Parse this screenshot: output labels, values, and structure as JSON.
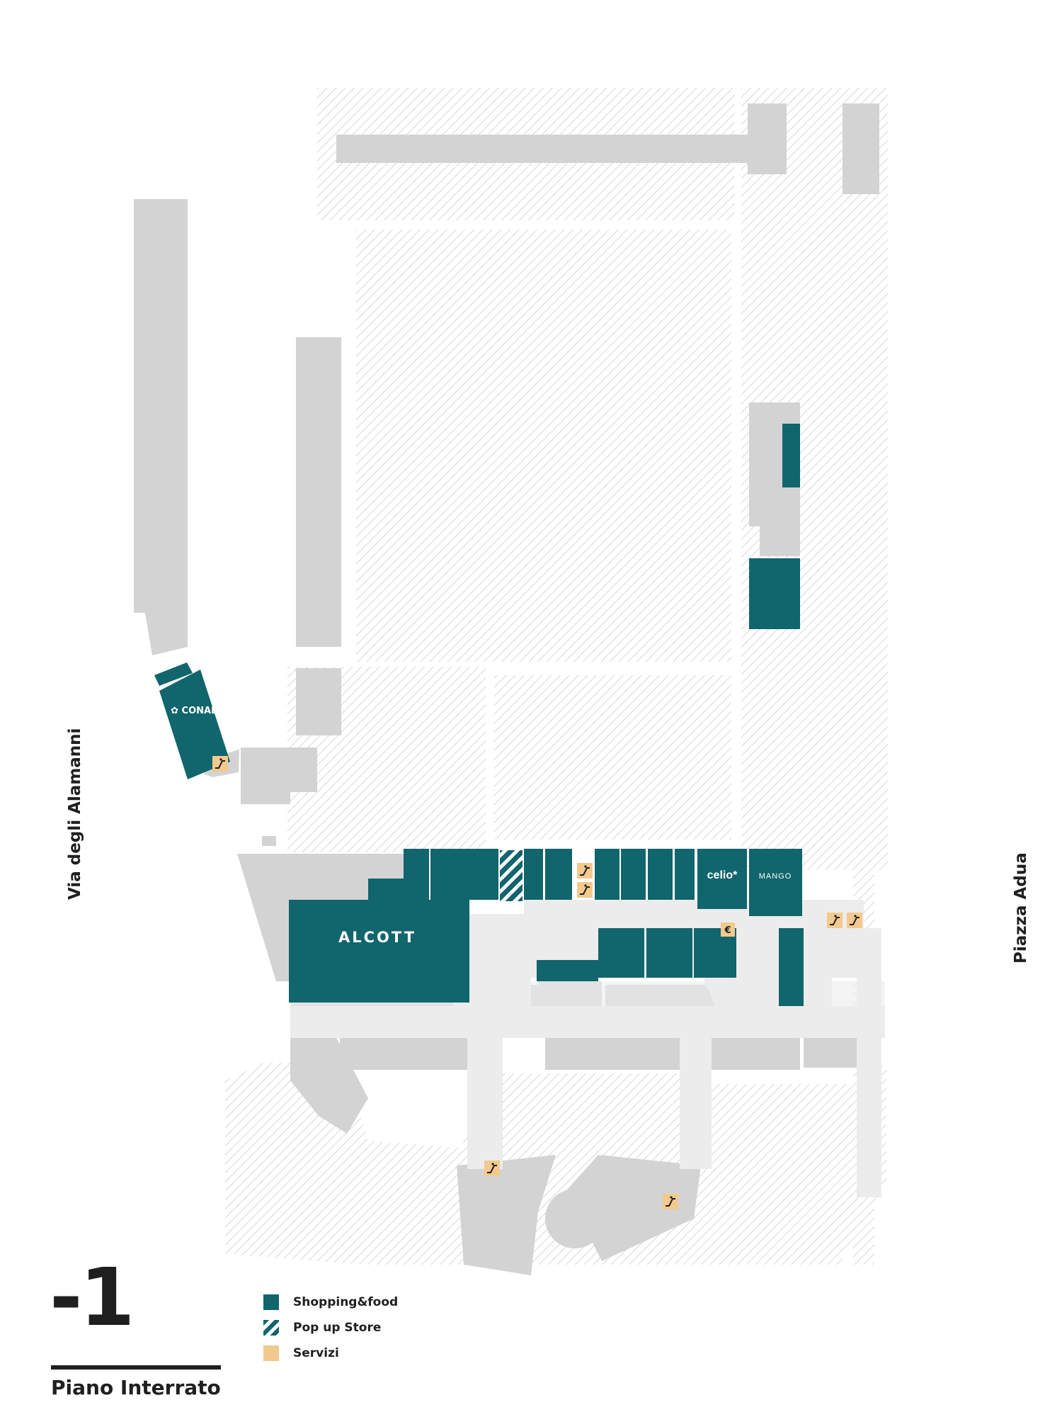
{
  "floor": {
    "number": "-1",
    "name": "Piano Interrato"
  },
  "streets": {
    "left": "Via degli Alamanni",
    "right": "Piazza Adua"
  },
  "stores": {
    "conad": "✿ CONAD",
    "alcott": "ALCOTT",
    "celio": "celio*",
    "mango": "MANGO"
  },
  "services": {
    "atm_symbol": "€",
    "escalator_icon": "escalator-icon"
  },
  "legend": [
    {
      "label": "Shopping&food",
      "color": "#11656c",
      "pattern": "solid"
    },
    {
      "label": "Pop up Store",
      "color": "#11656c",
      "pattern": "striped"
    },
    {
      "label": "Servizi",
      "color": "#f3c98d",
      "pattern": "solid"
    }
  ],
  "colors": {
    "shop": "#11656c",
    "service": "#f3c98d",
    "building": "#d3d3d3",
    "corridor": "#ececec",
    "hatch": "#d8d8d8"
  }
}
